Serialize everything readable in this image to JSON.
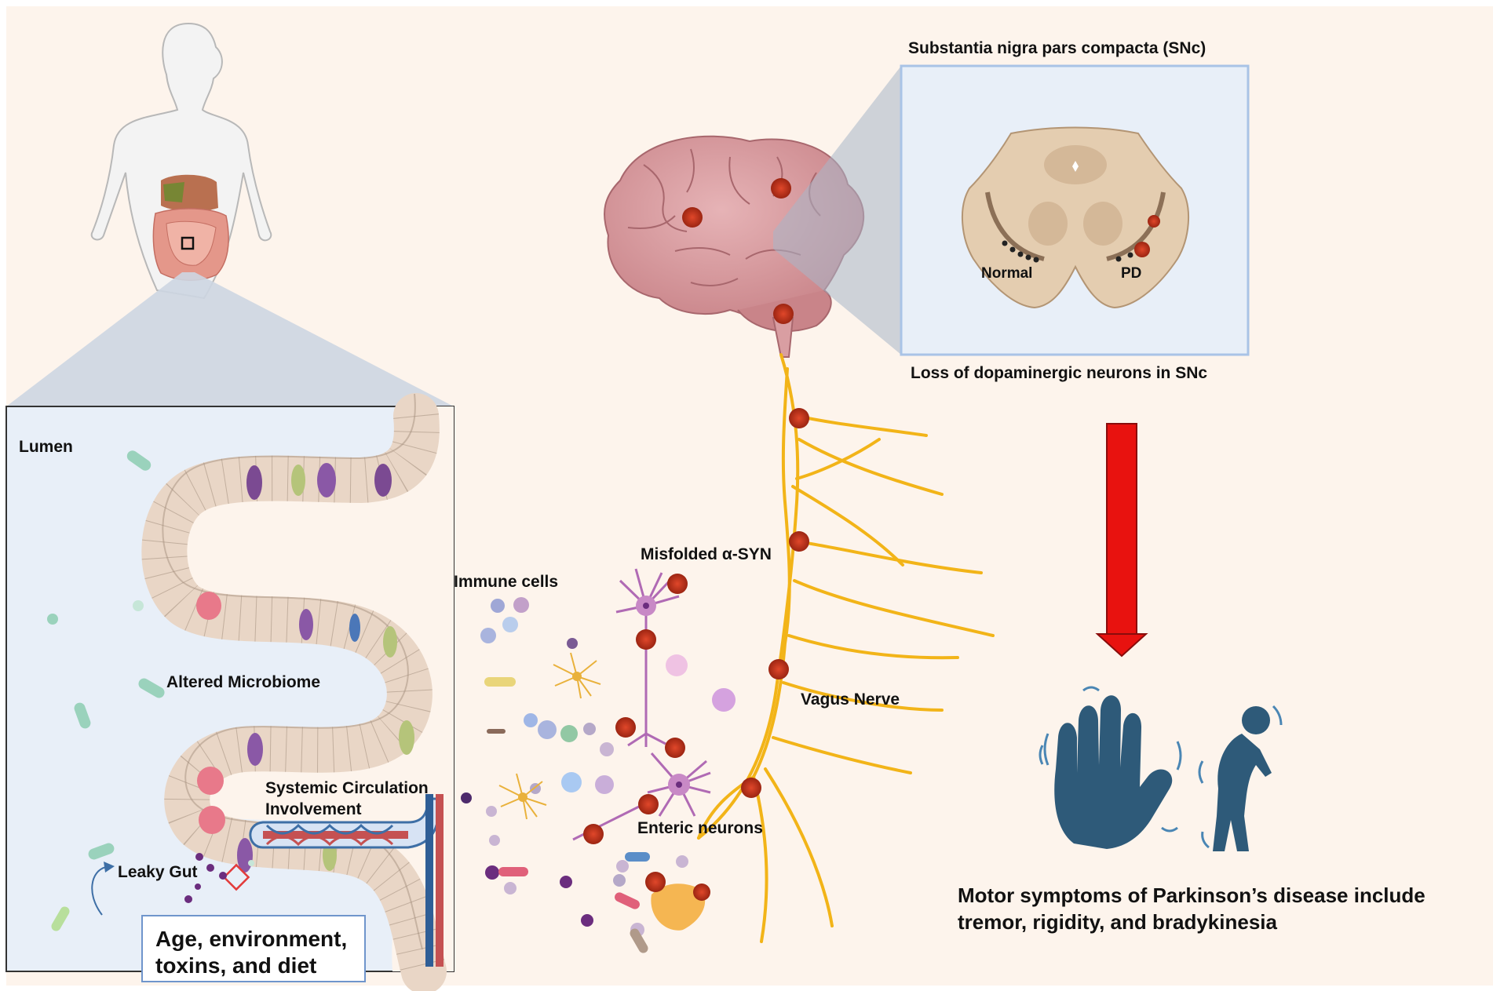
{
  "labels": {
    "snc_title": "Substantia nigra pars compacta (SNc)",
    "normal": "Normal",
    "pd": "PD",
    "loss": "Loss of dopaminergic neurons in SNc",
    "lumen": "Lumen",
    "misfolded": "Misfolded α-SYN",
    "immune": "Immune cells",
    "altered": "Altered Microbiome",
    "vagus": "Vagus Nerve",
    "systemic_1": "Systemic Circulation",
    "systemic_2": "Involvement",
    "enteric": "Enteric neurons",
    "leaky": "Leaky Gut",
    "age": "Age, environment, toxins, and diet",
    "motor_1": "Motor symptoms of Parkinson’s disease include",
    "motor_2": "tremor, rigidity, and bradykinesia"
  },
  "colors": {
    "background": "#fdf4ec",
    "lumen": "#e8eff8",
    "nerve": "#f2b418",
    "aggregate": "#c0341e",
    "brain": "#d99ea2",
    "arrow": "#e8120f",
    "symptom_icon": "#2e5a79",
    "box_border": "#6f95cc"
  },
  "icons": [
    "human-body-icon",
    "brain-icon",
    "midbrain-section-icon",
    "vagus-nerve-icon",
    "tremor-hand-icon",
    "stooped-person-icon",
    "bacteria-icon",
    "blood-vessel-icon",
    "neuron-icon",
    "immune-cell-icon"
  ]
}
